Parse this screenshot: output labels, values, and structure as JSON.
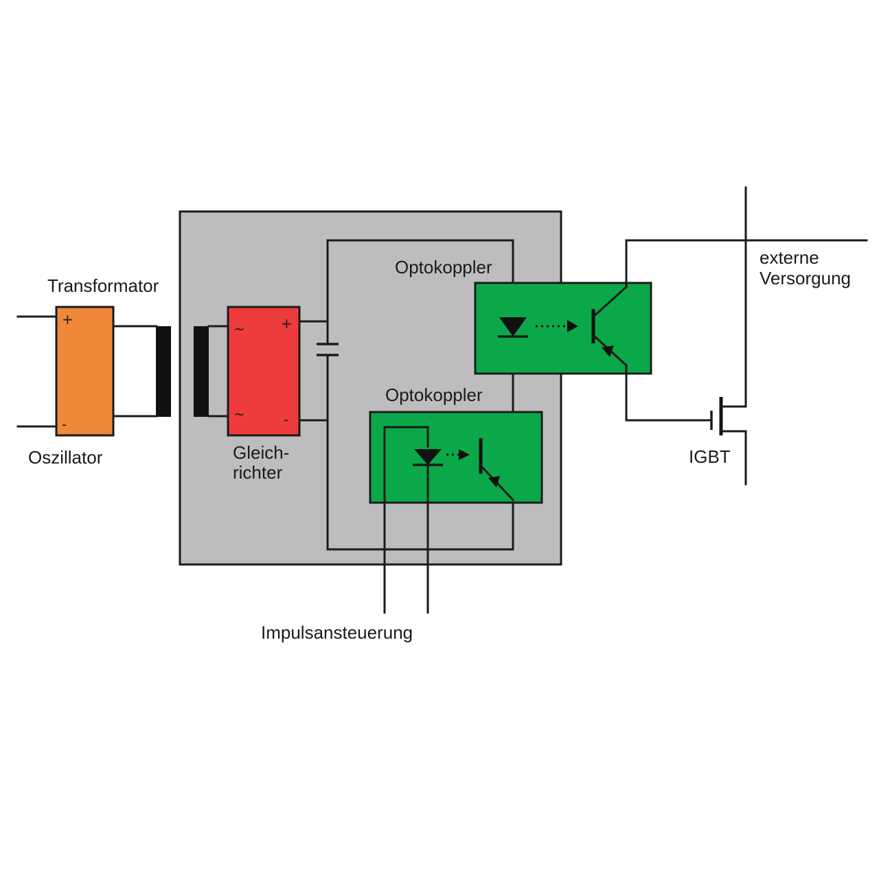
{
  "labels": {
    "transformator": "Transformator",
    "oszillator": "Oszillator",
    "gleichrichter_line1": "Gleich-",
    "gleichrichter_line2": "richter",
    "optokoppler_top": "Optokoppler",
    "optokoppler_bottom": "Optokoppler",
    "externe_line1": "externe",
    "externe_line2": "Versorgung",
    "igbt": "IGBT",
    "impulsansteuerung": "Impulsansteuerung"
  },
  "signs": {
    "osc_plus": "+",
    "osc_minus": "-",
    "rect_ac_top": "~",
    "rect_ac_bottom": "~",
    "rect_plus": "+",
    "rect_minus": "-"
  },
  "colors": {
    "oscillator": "#F0883A",
    "rectifier": "#EE3B3B",
    "optocoupler": "#0BA84A",
    "module_box": "#BDBDBF",
    "wire": "#1a1a1a"
  }
}
